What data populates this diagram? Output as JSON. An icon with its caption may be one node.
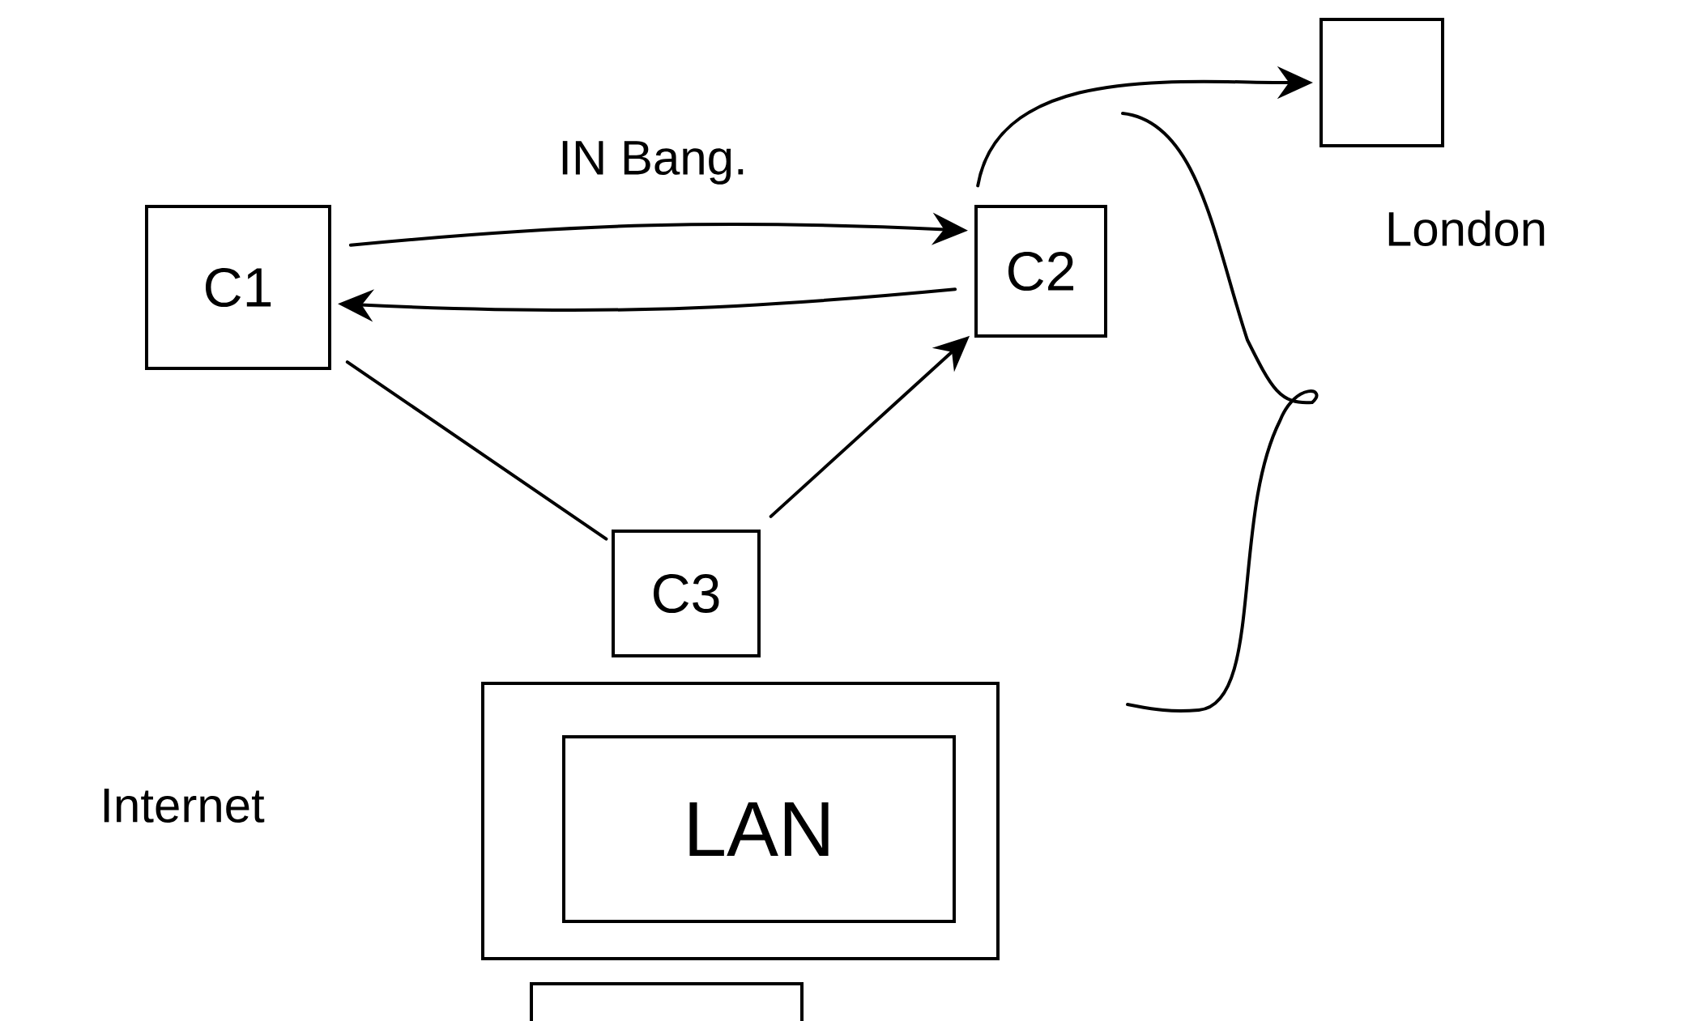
{
  "diagram": {
    "nodes": [
      {
        "text": [
          "C1"
        ]
      },
      {
        "text": [
          "C2"
        ]
      },
      {
        "text": [
          "C3"
        ]
      },
      {
        "text": [],
        "shape": "box"
      },
      {
        "text": [],
        "shape": "box"
      },
      {
        "text": [
          "LAN"
        ],
        "in": 4
      },
      {
        "text": [],
        "shape": "box"
      }
    ],
    "edges": [
      {
        "from": 0,
        "to": 1,
        "arrow": "to",
        "label": "IN Bang."
      },
      {
        "from": 1,
        "to": 0,
        "arrow": "to"
      },
      {
        "from": 0,
        "to": 2,
        "arrow": "none"
      },
      {
        "from": 2,
        "to": 1,
        "arrow": "to"
      },
      {
        "from": 1,
        "to": 3,
        "arrow": "to"
      }
    ],
    "labels": [
      "London",
      "Internet"
    ]
  }
}
